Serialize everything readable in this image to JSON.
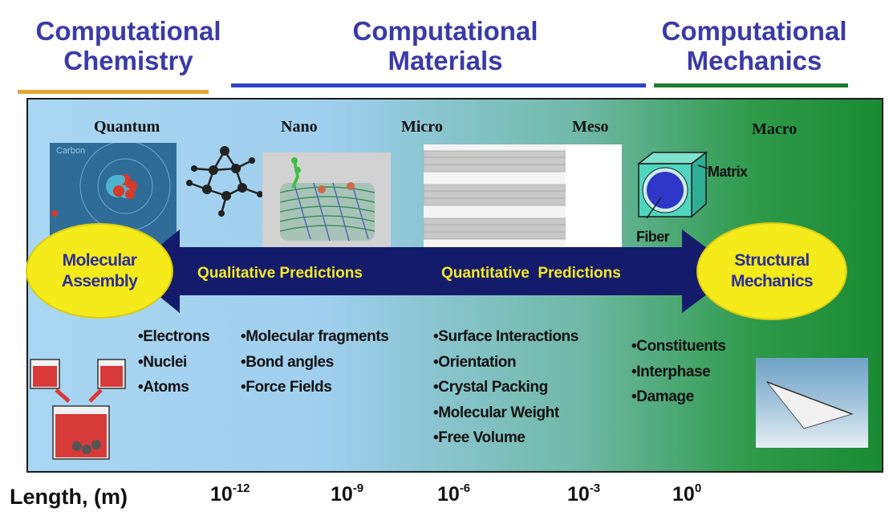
{
  "header": {
    "chemistry": "Computational\nChemistry",
    "materials": "Computational\nMaterials",
    "mechanics": "Computational\nMechanics"
  },
  "colors": {
    "chemistry_rule": "#e8a531",
    "materials_rule": "#3044c2",
    "mechanics_rule": "#1f7a31",
    "title_blue": "#3a3aa8",
    "circle_fill": "#f5ea1a",
    "arrow_fill": "#151b6b",
    "arrow_text": "#f4ea22"
  },
  "scales": [
    "Quantum",
    "Nano",
    "Micro",
    "Meso",
    "Macro"
  ],
  "images": {
    "carbon_label": "Carbon",
    "matrix_label": "Matrix",
    "fiber_label": "Fiber"
  },
  "circles": {
    "left": "Molecular\nAssembly",
    "right": "Structural\nMechanics"
  },
  "arrow": {
    "left_text": "Qualitative Predictions",
    "right_text": "Quantitative  Predictions"
  },
  "bullets": {
    "col1": [
      "•Electrons",
      "•Nuclei",
      "•Atoms"
    ],
    "col2": [
      "•Molecular fragments",
      "•Bond angles",
      "•Force Fields"
    ],
    "col3": [
      "•Surface Interactions",
      "•Orientation",
      "•Crystal Packing",
      "•Molecular Weight",
      "•Free Volume"
    ],
    "col4": [
      "•Constituents",
      "•Interphase",
      "•Damage"
    ]
  },
  "length_axis": {
    "label": "Length, (m)",
    "base": "10",
    "exponents": [
      "-12",
      "-9",
      "-6",
      "-3",
      "0"
    ]
  }
}
